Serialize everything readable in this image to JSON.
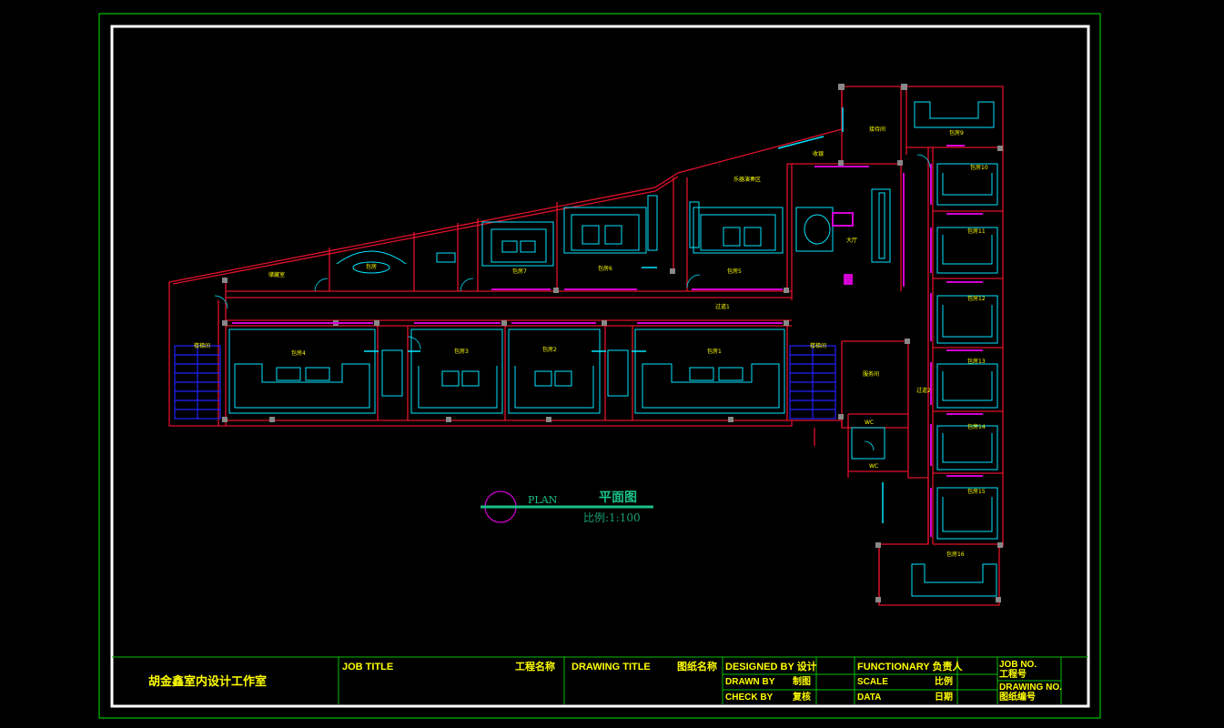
{
  "studio_name": "胡金鑫室内设计工作室",
  "title_block": {
    "job_title": "JOB TITLE",
    "job_title_cn": "工程名称",
    "drawing_title": "DRAWING TITLE",
    "drawing_title_cn": "图纸名称",
    "designed_by": "DESIGNED BY 设计",
    "drawn_by": "DRAWN BY",
    "drawn_by_cn": "制图",
    "check_by": "CHECK BY",
    "check_by_cn": "复核",
    "functionary": "FUNCTIONARY 负责人",
    "scale": "SCALE",
    "scale_cn": "比例",
    "data": "DATA",
    "data_cn": "日期",
    "job_no": "JOB NO.",
    "job_no_cn": "工程号",
    "drawing_no": "DRAWING NO.",
    "drawing_no_cn": "图纸编号"
  },
  "plan_label": {
    "en": "PLAN",
    "cn": "平面图",
    "scale": "比例:1:100"
  },
  "rooms": {
    "storage": "储藏室",
    "r_hall_small": "包房",
    "b7": "包房7",
    "b6": "包房6",
    "b5": "包房5",
    "music": "乐器演奏区",
    "office": "接待间",
    "lobby": "大厅",
    "corridor1": "过道1",
    "corridor2": "过道2",
    "stairs_left": "楼梯间",
    "stairs_right": "楼梯间",
    "b4": "包房4",
    "b3": "包房3",
    "b2": "包房2",
    "b1": "包房1",
    "service": "服务间",
    "wc1": "WC",
    "wc2": "WC",
    "b9": "包房9",
    "b10": "包房10",
    "b11": "包房11",
    "b12": "包房12",
    "b13": "包房13",
    "b14": "包房14",
    "b15": "包房15",
    "b16": "包房16",
    "cashier": "收银"
  },
  "colors": {
    "wall": "#e0112a",
    "furniture": "#00e5ff",
    "accent": "#d400d4",
    "frame_outer": "#00c000",
    "frame_inner": "#ffffff",
    "title_line": "#00c000",
    "text": "#ffff00",
    "plan_green": "#19c08a",
    "stairs": "#2222ff"
  }
}
